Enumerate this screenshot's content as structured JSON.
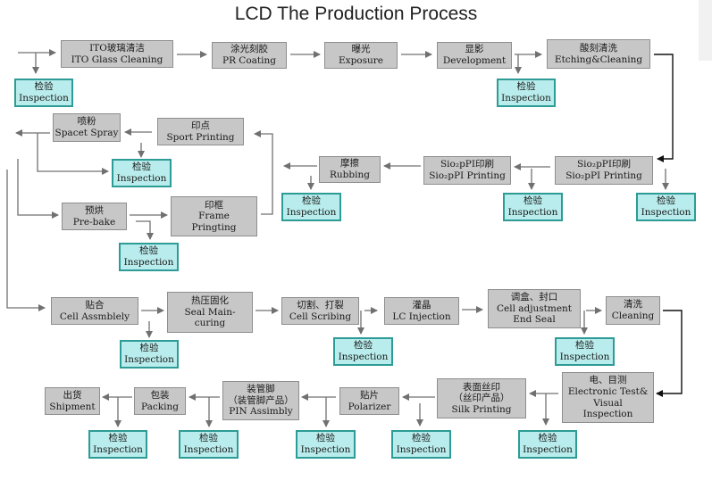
{
  "title": "LCD The Production Process",
  "inspection": {
    "cn": "检验",
    "en": "Inspection"
  },
  "steps": {
    "ito_clean": {
      "cn": "ITO玻璃清洁",
      "en": "ITO Glass Cleaning"
    },
    "pr_coating": {
      "cn": "涂光刻胶",
      "en": "PR Coating"
    },
    "exposure": {
      "cn": "曝光",
      "en": "Exposure"
    },
    "development": {
      "cn": "显影",
      "en": "Development"
    },
    "etching": {
      "cn": "酸刻清洗",
      "en": "Etching&Cleaning"
    },
    "spray": {
      "cn": "喷粉",
      "en": "Spacet Spray"
    },
    "sport": {
      "cn": "印点",
      "en": "Sport Printing"
    },
    "rubbing": {
      "cn": "摩擦",
      "en": "Rubbing"
    },
    "sio_pi_a": {
      "cn": "Sio₂pPI印刷",
      "en": "Sio₂pPI Printing"
    },
    "sio_pi_b": {
      "cn": "Sio₂pPI印刷",
      "en": "Sio₂pPI Printing"
    },
    "prebake": {
      "cn": "预烘",
      "en": "Pre-bake"
    },
    "frame": {
      "cn": "印框",
      "en1": "Frame",
      "en2": "Pringting"
    },
    "assembly": {
      "cn": "贴合",
      "en": "Cell Assmblely"
    },
    "seal": {
      "cn": "热压固化",
      "en1": "Seal Main-",
      "en2": "curing"
    },
    "scribing": {
      "cn": "切割、打裂",
      "en": "Cell Scribing"
    },
    "lc": {
      "cn": "灌晶",
      "en": "LC Injection"
    },
    "adjust": {
      "cn": "调盒、封口",
      "en1": "Cell adjustment",
      "en2": "End Seal"
    },
    "cleaning": {
      "cn": "清洗",
      "en": "Cleaning"
    },
    "shipment": {
      "cn": "出货",
      "en": "Shipment"
    },
    "packing": {
      "cn": "包装",
      "en": "Packing"
    },
    "pin": {
      "cn": "装管脚",
      "cn2": "（装管脚产品）",
      "en": "PIN Assimbly"
    },
    "polarizer": {
      "cn": "贴片",
      "en": "Polarizer"
    },
    "silk": {
      "cn": "表面丝印",
      "cn2": "（丝印产品）",
      "en": "Silk Printing"
    },
    "etest": {
      "cn": "电、目测",
      "en1": "Electronic Test&",
      "en2": "Visual",
      "en3": "Inspection"
    }
  },
  "colors": {
    "process_fill": "#c7c7c7",
    "inspection_fill": "#b9ecec",
    "inspection_border": "#2d9c96",
    "arrow": "#707070"
  }
}
